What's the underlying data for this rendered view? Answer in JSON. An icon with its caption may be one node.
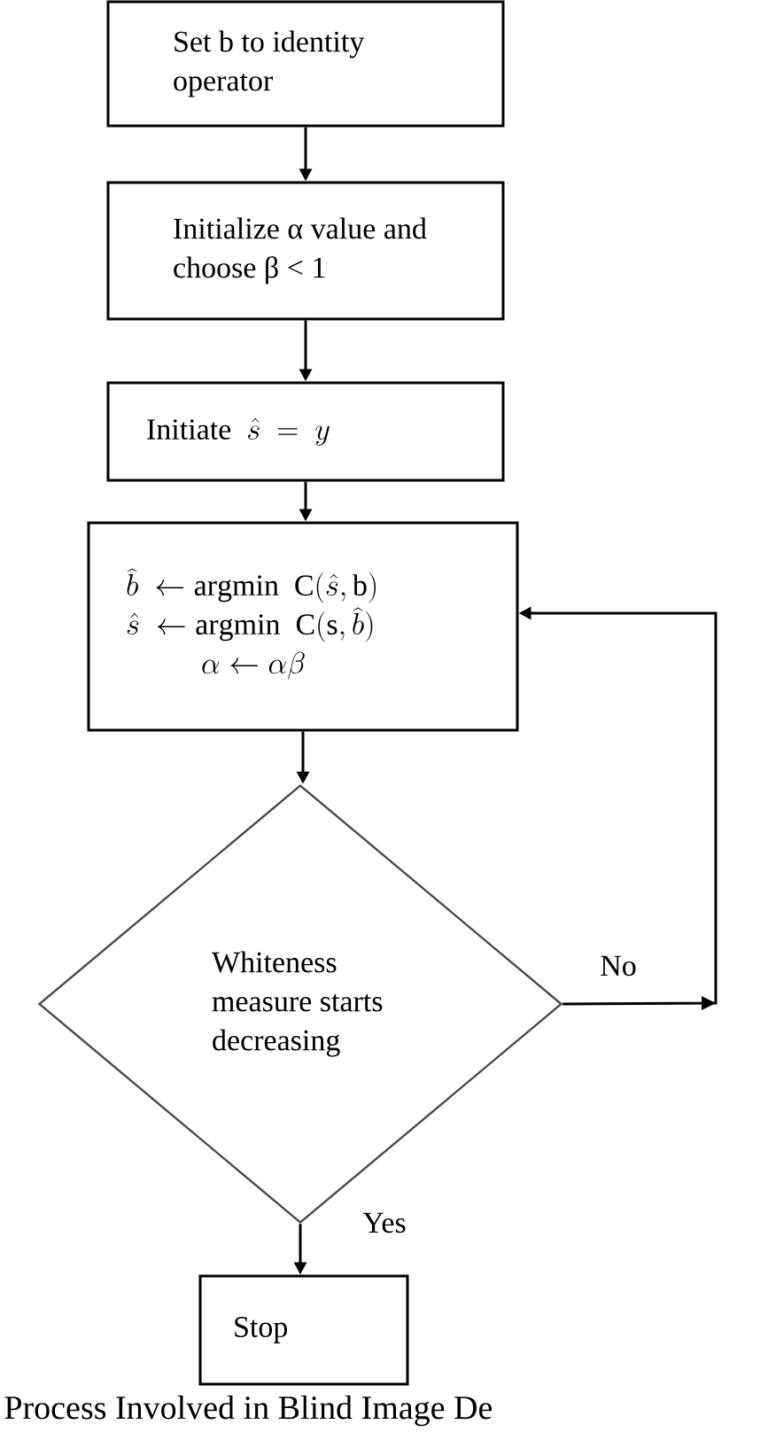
{
  "diagram": {
    "caption": "Process Involved in Blind Image De",
    "nodes": [
      {
        "text": [
          "Set b to identity operator"
        ]
      },
      {
        "text": [
          "Initialize α value and choose β < 1"
        ]
      },
      {
        "text": [
          "\\mathrm{Initiate}\\ \\ \\hat{s}\\ =\\ y"
        ]
      },
      {
        "text": [
          "\\begin{array}{l}\\widehat{b}\\ \\leftarrow \\mathrm{argmin}\\ \\ \\mathrm{C}(\\hat{s},\\mathrm{b})\\\\ \\hat{s}\\ \\leftarrow \\mathrm{argmin}\\ \\ \\mathrm{C}(\\mathrm{s},\\widehat{b})\\\\ \\qquad\\ \\ \\alpha \\leftarrow \\alpha\\beta\\end{array}"
        ]
      },
      {
        "text": [
          "Whiteness measure starts decreasing"
        ]
      },
      {
        "text": [
          "Stop"
        ]
      }
    ],
    "edges": [
      {
        "from": 0,
        "to": 1,
        "arrow": "to"
      },
      {
        "from": 1,
        "to": 2,
        "arrow": "to"
      },
      {
        "from": 2,
        "to": 3,
        "arrow": "to"
      },
      {
        "from": 3,
        "to": 4,
        "arrow": "to"
      },
      {
        "from": 4,
        "to": 3,
        "arrow": "to",
        "label": "No"
      },
      {
        "from": 4,
        "to": 5,
        "arrow": "to",
        "label": "Yes"
      }
    ]
  }
}
